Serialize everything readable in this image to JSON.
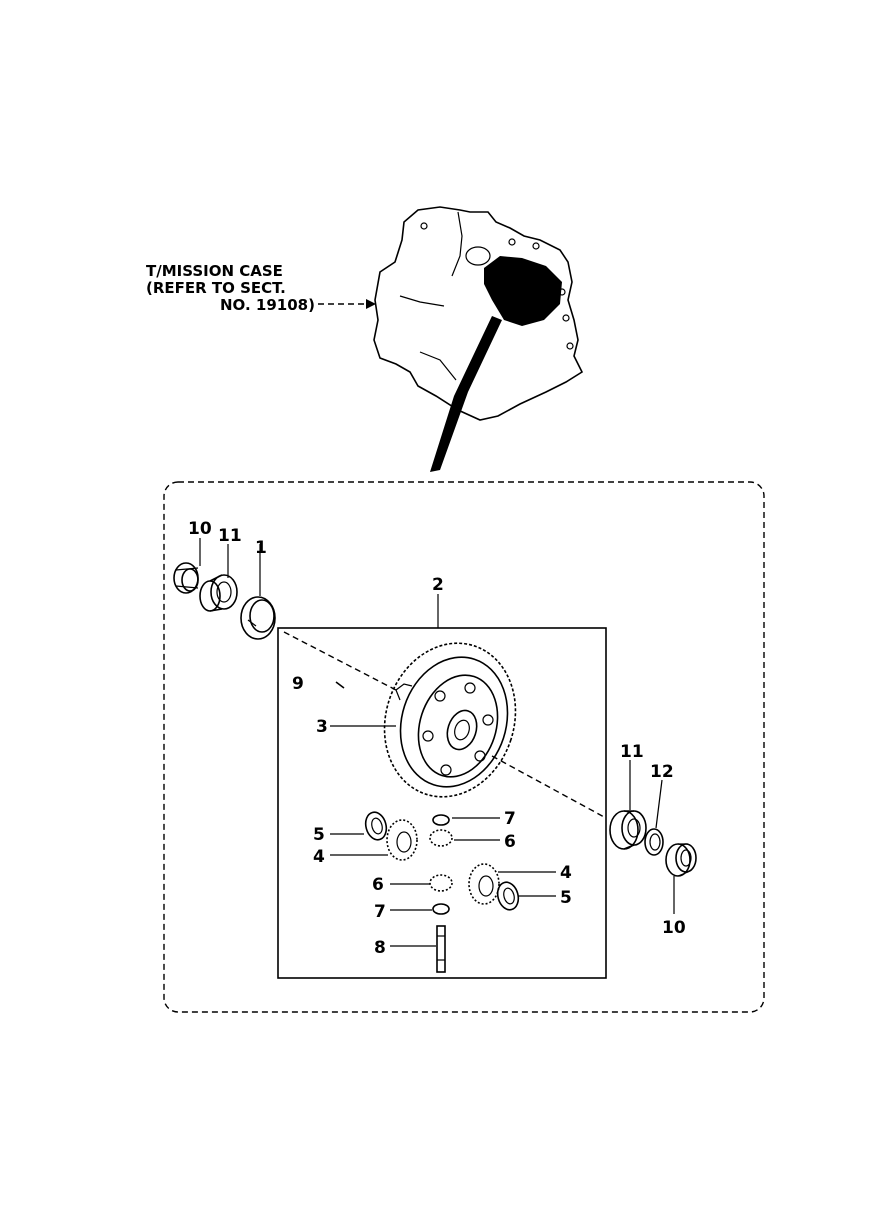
{
  "reference": {
    "line1": "T/MISSION CASE",
    "line2": "(REFER TO SECT.",
    "line3": "NO. 19108)"
  },
  "callouts": {
    "c10_left": "10",
    "c11_left": "11",
    "c1": "1",
    "c2": "2",
    "c9": "9",
    "c3": "3",
    "c7_top": "7",
    "c6_top": "6",
    "c5_left": "5",
    "c4_left": "4",
    "c6_mid": "6",
    "c4_right": "4",
    "c5_right": "5",
    "c7_bottom": "7",
    "c8": "8",
    "c11_right": "11",
    "c12": "12",
    "c10_right": "10"
  }
}
